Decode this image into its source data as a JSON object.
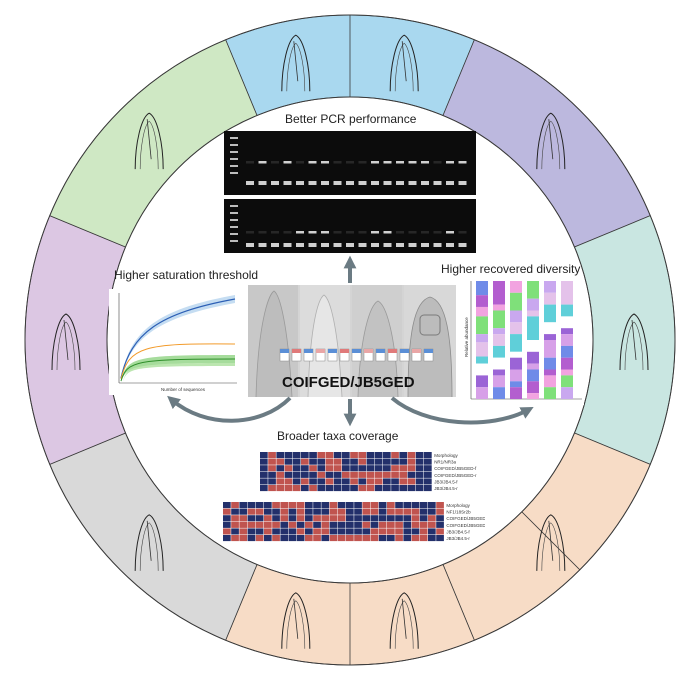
{
  "captions": {
    "pcr": "Better PCR performance",
    "saturation": "Higher saturation threshold",
    "diversity": "Higher recovered diversity",
    "taxa": "Broader taxa coverage"
  },
  "primer_label": "COIFGED/JB5GED",
  "heatmap_rows_top": [
    "Morphology",
    "NR1/NR3a",
    "COIFGED/JB5GED-f",
    "COIFGED/JB5GED-r",
    "JB3/JB4.5-f",
    "JB3/JB4.5-r"
  ],
  "heatmap_rows_bottom": [
    "Morphology",
    "NF1/18Sr2b",
    "COIFGED/JB5GED-f",
    "COIFGED/JB5GED-r",
    "JB3/JB4.5-f",
    "JB3/JB4.5-r"
  ],
  "saturation_xlabel": "Number of sequences",
  "diversity_ylabel": "Relative abundance",
  "colors": {
    "sector_blue": "#a9d8ef",
    "sector_lavender": "#bcb8de",
    "sector_teal": "#c9e6e1",
    "sector_peach": "#f7dcc6",
    "sector_grey": "#d9d9d9",
    "sector_purple": "#dcc7e3",
    "sector_green": "#cfe8c4",
    "heat_red": "#c0544f",
    "heat_navy": "#23306b",
    "arrow": "#6b7b83"
  }
}
